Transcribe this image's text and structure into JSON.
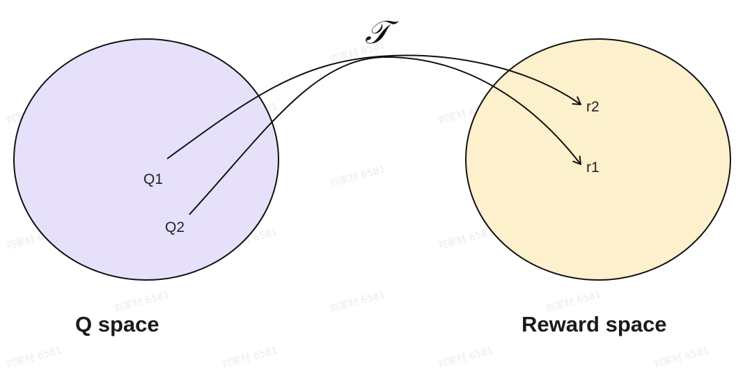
{
  "operator": {
    "symbol": "𝒯"
  },
  "left_space": {
    "label": "Q space",
    "fill": "#e6e0fb",
    "nodes": [
      {
        "label": "Q1"
      },
      {
        "label": "Q2"
      }
    ]
  },
  "right_space": {
    "label": "Reward space",
    "fill": "#fdf0cc",
    "nodes": [
      {
        "label": "r2"
      },
      {
        "label": "r1"
      }
    ]
  },
  "watermark": {
    "text": "刘家材 6581"
  },
  "colors": {
    "stroke": "#111111"
  }
}
